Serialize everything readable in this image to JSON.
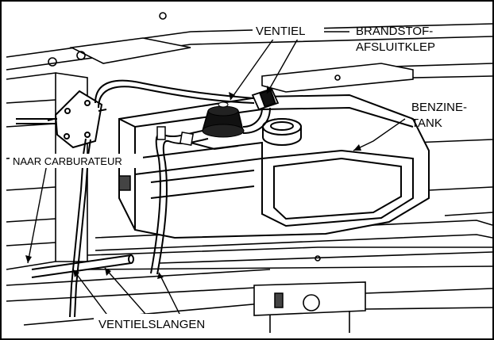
{
  "labels": {
    "valve": "VENTIEL",
    "shutoff_line1": "BRANDSTOF-",
    "shutoff_line2": "AFSLUITKLEP",
    "tank_line1": "BENZINE-",
    "tank_line2": "TANK",
    "carburetor": "NAAR CARBURATEUR",
    "vent_hoses": "VENTIELSLANGEN"
  },
  "icons": {
    "fuel_pump": "fuel-pump-icon",
    "fuel_cap": "fuel-cap-icon"
  }
}
